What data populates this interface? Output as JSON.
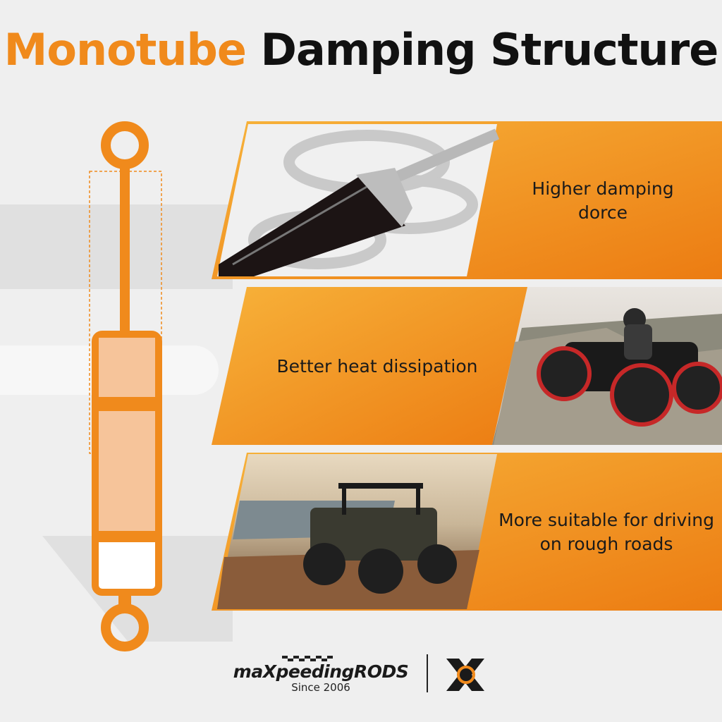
{
  "title": {
    "accent_word": "Monotube",
    "rest": "Damping Structure"
  },
  "features": [
    {
      "label": "Higher damping dorce"
    },
    {
      "label": "Better heat dissipation"
    },
    {
      "label": "More suitable for driving on rough roads"
    }
  ],
  "brand": {
    "name": "maXpeedingRODS",
    "since": "Since 2006"
  },
  "colors": {
    "accent": "#f08a1c",
    "card_orange_dark": "#ec7c12",
    "card_orange_light": "#f7b23a",
    "shock_fill": "#f6c49a",
    "text": "#111111"
  }
}
